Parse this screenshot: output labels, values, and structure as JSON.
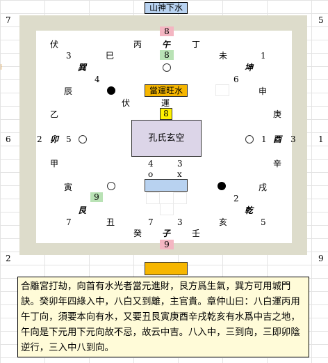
{
  "title": "山神下水",
  "center": "孔氏玄空",
  "center_label": "當運旺水",
  "center_sub": "運",
  "center_num": "8",
  "corner_numbers": {
    "top_left": "7",
    "top_right": "5",
    "mid_left": "6",
    "mid_right": "1",
    "bottom_left": "2",
    "bottom_right": "9"
  },
  "mountains": {
    "bing": "丙",
    "wu": "午",
    "ding": "丁",
    "si": "巳",
    "xun": "巽",
    "wei": "未",
    "kun": "坤",
    "chen": "辰",
    "shen": "申",
    "yi": "乙",
    "geng": "庚",
    "mao": "卯",
    "you": "酉",
    "jia": "甲",
    "xin": "辛",
    "yin": "寅",
    "xu": "戌",
    "gen": "艮",
    "qian": "乾",
    "chou": "丑",
    "hai": "亥",
    "gui": "癸",
    "zi": "子",
    "ren": "壬",
    "fu_tl": "伏",
    "fu_center": "伏"
  },
  "stars": {
    "top_mountain": "8",
    "top_water": "8",
    "tl_a": "3",
    "tl_b": "4",
    "tr_a": "1",
    "tr_b": "6",
    "ml_a": "2",
    "ml_b": "5",
    "mr_a": "1",
    "mr_b": "3",
    "bl_a": "9",
    "bl_b": "7",
    "br_a": "2",
    "br_b": "5",
    "bottom_water": "9",
    "c_a": "4",
    "c_b": "3",
    "c_o": "o",
    "c_x": "x",
    "b_left": "7",
    "b_right": "3"
  },
  "note": "合離宮打劫，向首有水光者當元進財，艮方爲生氣，巽方可用城門訣。癸卯年四綠入中，八白又到離，主官貴。章仲山曰：八白運丙用午丁向，須要本向有水，又要丑艮寅庚酉辛戌乾亥有水爲中吉之地，午向是下元用下元向故不忌，故云中吉。八入中，三到向，三即卯陰逆行，三入中八到向。"
}
